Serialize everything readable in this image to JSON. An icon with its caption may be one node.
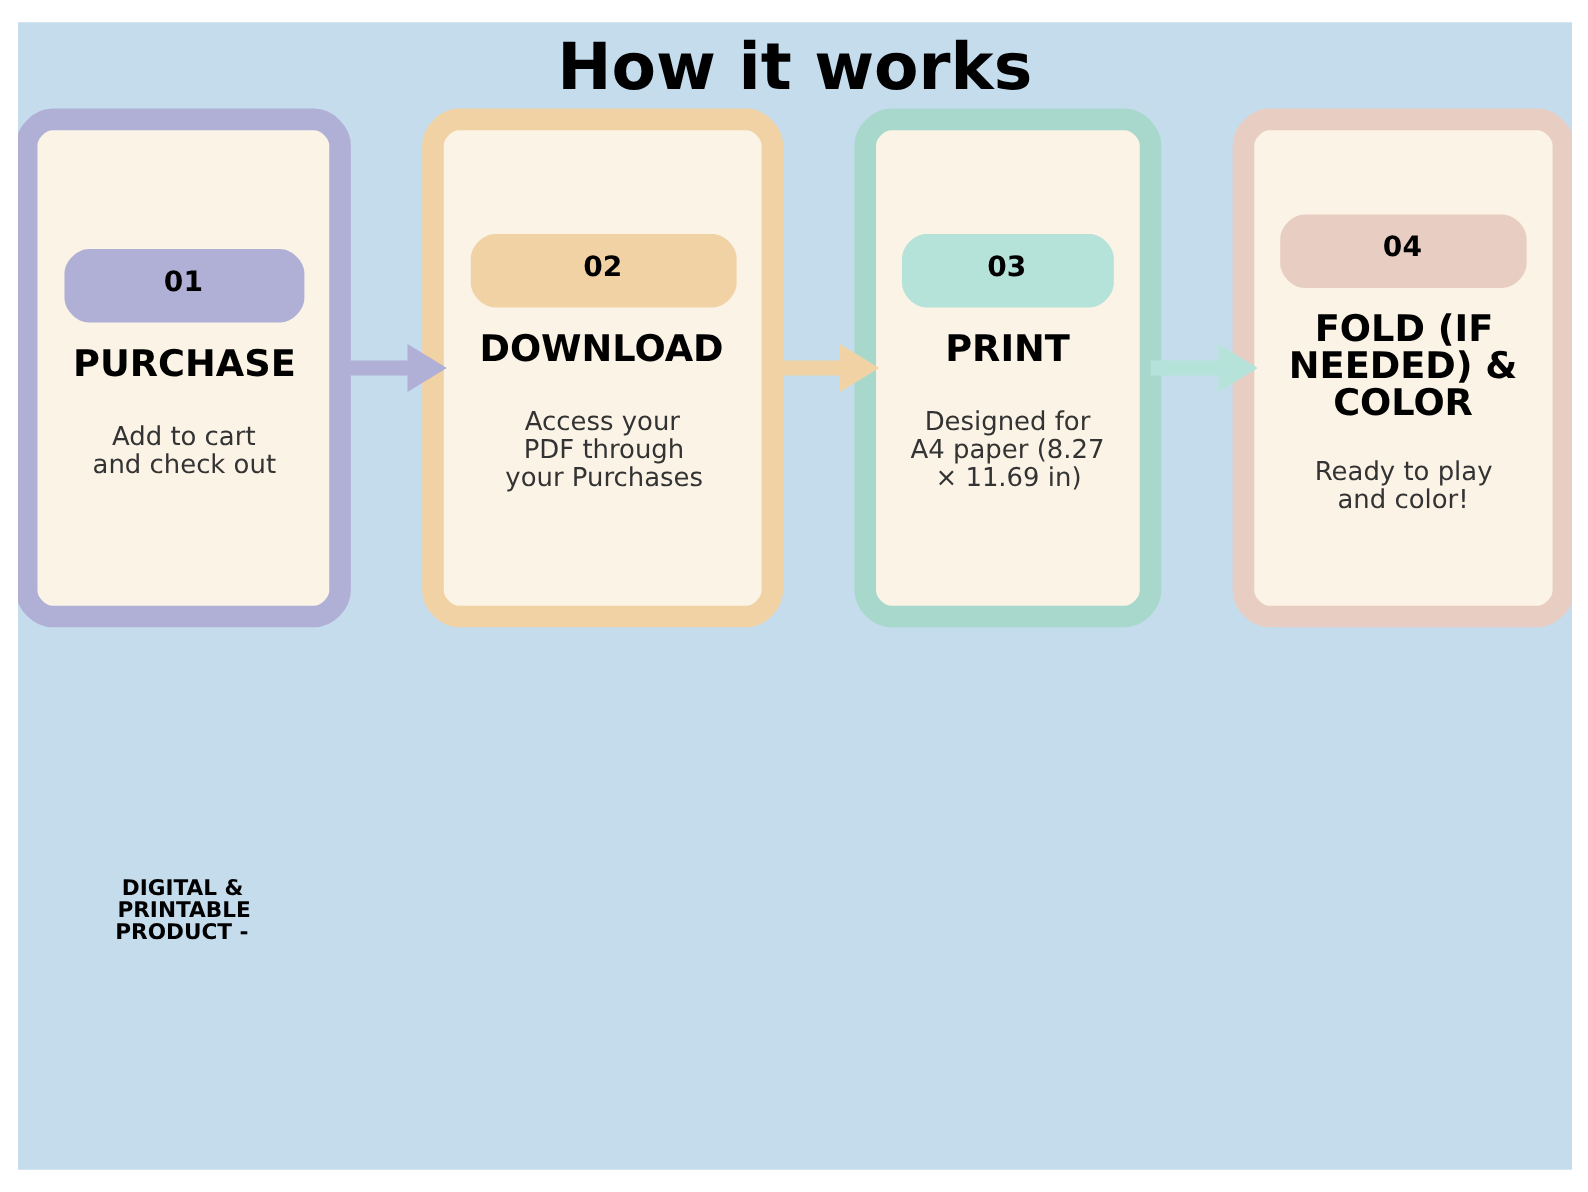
{
  "diagram": {
    "title": "How it works",
    "nodes": [
      {
        "text": [
          "01",
          "PURCHASE",
          "Add to cart and check out"
        ]
      },
      {
        "text": [
          "02",
          "DOWNLOAD",
          "Access your PDF through your Purchases"
        ]
      },
      {
        "text": [
          "03",
          "PRINT",
          "Designed for A4 paper (8.27 × 11.69 in)"
        ]
      },
      {
        "text": [
          "04",
          "FOLD (IF NEEDED) & COLOR",
          "Ready to play and color!"
        ]
      }
    ],
    "edges": [
      {
        "from": 0,
        "to": 1,
        "arrow": "to",
        "color": "#b0b0d6"
      },
      {
        "from": 1,
        "to": 2,
        "arrow": "to",
        "color": "#f1d2a4"
      },
      {
        "from": 2,
        "to": 3,
        "arrow": "to",
        "color": "#b6e3d9"
      }
    ],
    "labels": [
      "DIGITAL & PRINTABLE PRODUCT -"
    ]
  }
}
